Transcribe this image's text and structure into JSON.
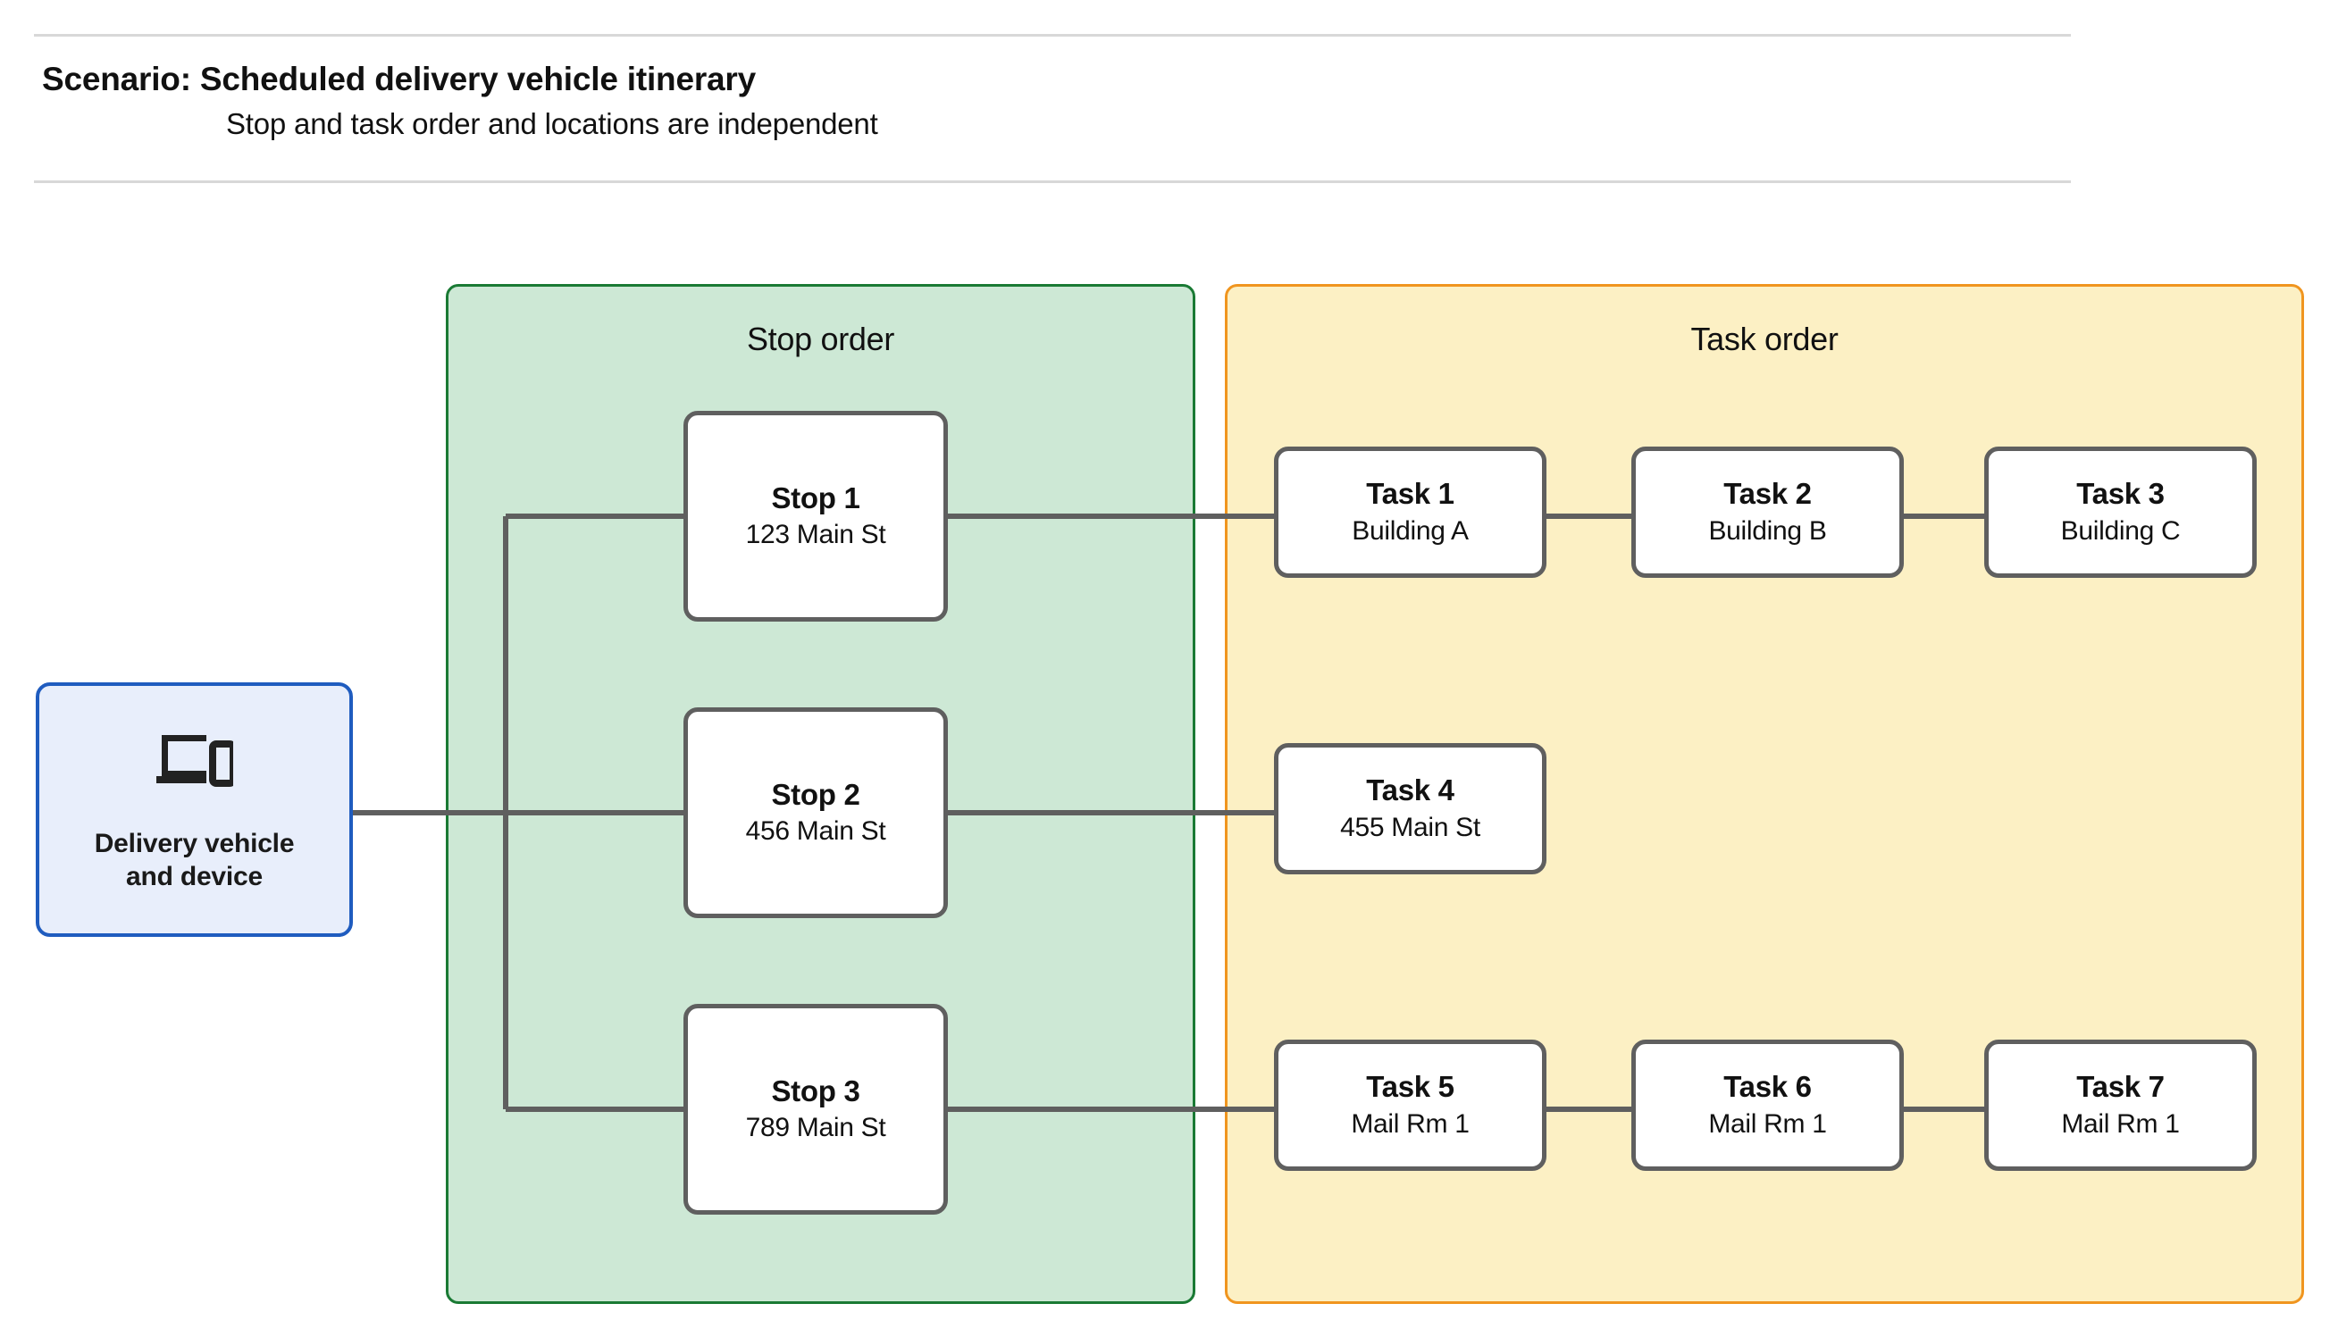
{
  "header": {
    "title": "Scenario: Scheduled delivery vehicle itinerary",
    "subtitle": "Stop and task order and locations are independent"
  },
  "source_node": {
    "label": "Delivery vehicle\nand device",
    "icon": "devices-icon",
    "border_color": "#1f5cbf",
    "fill_color": "#e8eefb"
  },
  "groups": {
    "stop": {
      "title": "Stop order",
      "fill_color": "#cde8d5",
      "border_color": "#1a7a34"
    },
    "task": {
      "title": "Task order",
      "fill_color": "#fcf0c4",
      "border_color": "#f0951f"
    }
  },
  "stops": [
    {
      "title": "Stop 1",
      "location": "123 Main St"
    },
    {
      "title": "Stop 2",
      "location": "456 Main St"
    },
    {
      "title": "Stop 3",
      "location": "789 Main St"
    }
  ],
  "tasks": [
    {
      "title": "Task 1",
      "location": "Building A"
    },
    {
      "title": "Task 2",
      "location": "Building B"
    },
    {
      "title": "Task 3",
      "location": "Building C"
    },
    {
      "title": "Task 4",
      "location": "455 Main St"
    },
    {
      "title": "Task 5",
      "location": "Mail Rm 1"
    },
    {
      "title": "Task 6",
      "location": "Mail Rm 1"
    },
    {
      "title": "Task 7",
      "location": "Mail Rm 1"
    }
  ],
  "connector_color": "#5f5f5f"
}
